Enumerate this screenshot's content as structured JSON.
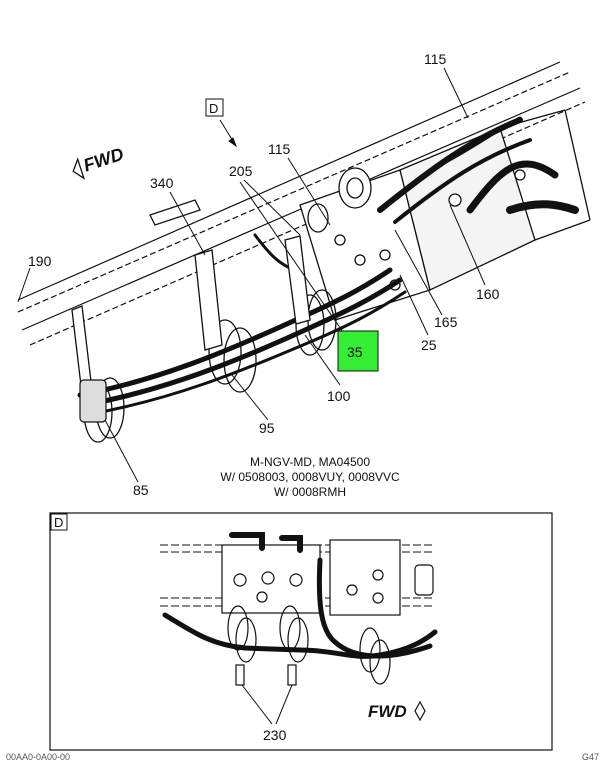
{
  "callouts": {
    "c115_top": "115",
    "c115_mid": "115",
    "c205": "205",
    "c340": "340",
    "c190": "190",
    "c35": "35",
    "c25": "25",
    "c165": "165",
    "c160": "160",
    "c100": "100",
    "c95": "95",
    "c85": "85",
    "c230": "230"
  },
  "detail_tag_top": "D",
  "detail_tag_box": "D",
  "fwd_top": "FWD",
  "fwd_bottom": "FWD",
  "caption": {
    "line1": "M-NGV-MD, MA04500",
    "line2": "W/ 0508003, 0008VUY, 0008VVC",
    "line3": "W/ 0008RMH"
  },
  "footer": {
    "left": "00AA0-0A00-00",
    "right": "G47"
  },
  "colors": {
    "highlight": "#33ee33",
    "line": "#111111"
  }
}
